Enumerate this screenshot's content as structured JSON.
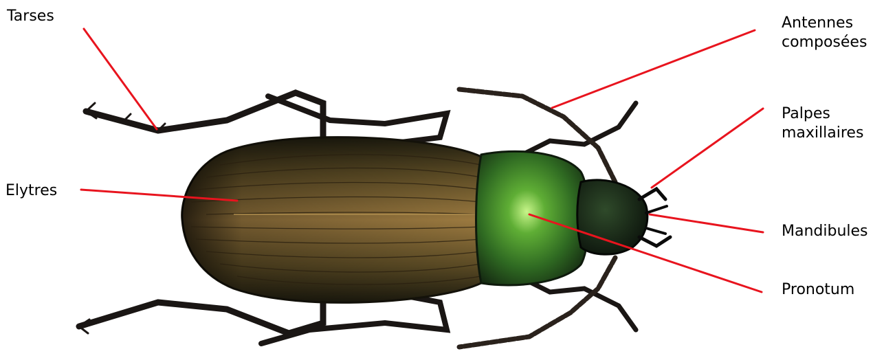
{
  "diagram": {
    "subject": "ground beetle (carabid), dorsal view",
    "line_color": "#e8141e",
    "colors": {
      "elytra_dark": "#2a2210",
      "elytra_light": "#8b6a38",
      "pronotum_green": "#3f8a2a",
      "pronotum_highlight": "#bff07a",
      "legs": "#1a1614",
      "head": "#0f1a10"
    },
    "labels": {
      "tarses": "Tarses",
      "elytres": "Elytres",
      "antennes_line1": "Antennes",
      "antennes_line2": "composées",
      "palpes_line1": "Palpes",
      "palpes_line2": "maxillaires",
      "mandibules": "Mandibules",
      "pronotum": "Pronotum"
    }
  }
}
